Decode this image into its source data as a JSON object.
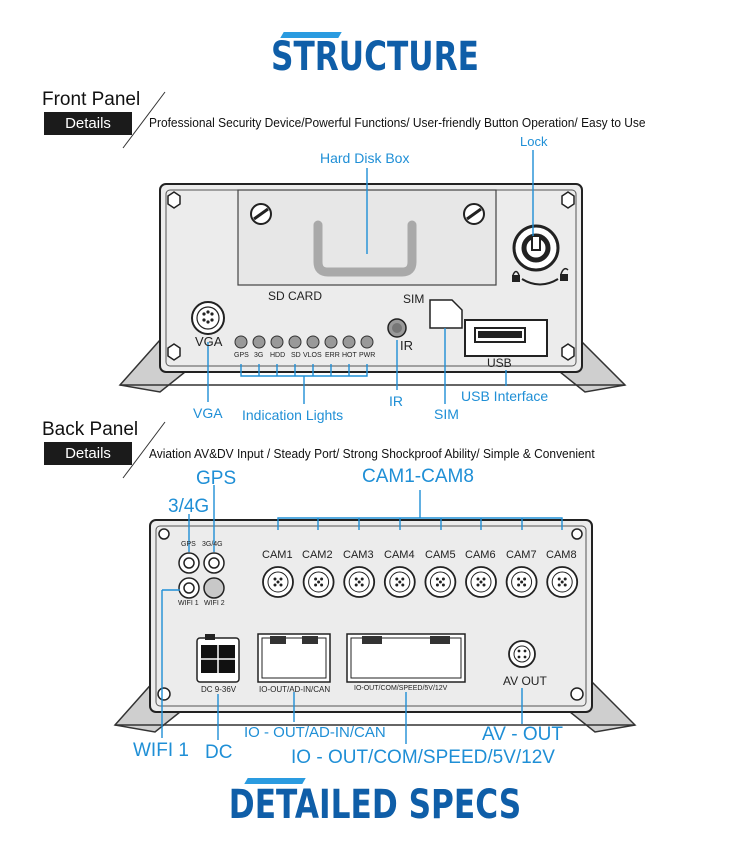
{
  "headings": {
    "structure": "STRUCTURE",
    "detailed_specs": "DETAILED SPECS"
  },
  "front_panel": {
    "title": "Front Panel",
    "details_label": "Details",
    "description": "Professional Security Device/Powerful Functions/ User-friendly Button Operation/ Easy to Use",
    "sd_card_label": "SD CARD",
    "sim_label": "SIM",
    "ir_label": "IR",
    "vga_label": "VGA",
    "usb_label": "USB",
    "leds": [
      "GPS",
      "3G",
      "HDD",
      "SD",
      "VLOS",
      "ERR",
      "HOT",
      "PWR"
    ],
    "callouts": {
      "hard_disk_box": "Hard Disk Box",
      "lock": "Lock",
      "vga": "VGA",
      "indication_lights": "Indication Lights",
      "ir": "IR",
      "sim": "SIM",
      "usb_interface": "USB Interface"
    }
  },
  "back_panel": {
    "title": "Back Panel",
    "details_label": "Details",
    "description": "Aviation AV&DV Input / Steady Port/ Strong Shockproof Ability/ Simple & Convenient",
    "cameras": [
      "CAM1",
      "CAM2",
      "CAM3",
      "CAM4",
      "CAM5",
      "CAM6",
      "CAM7",
      "CAM8"
    ],
    "antenna_labels": {
      "gps": "GPS",
      "g34": "3G/4G",
      "wifi1": "WIFI 1",
      "wifi2": "WIFI 2"
    },
    "dc_label": "DC 9-36V",
    "io_label": "IO-OUT/AD-IN/CAN",
    "io2_label": "IO-OUT/COM/SPEED/5V/12V",
    "av_label": "AV OUT",
    "callouts": {
      "gps": "GPS",
      "g34": "3/4G",
      "cam_range": "CAM1-CAM8",
      "wifi1": "WIFI 1",
      "dc": "DC",
      "io": "IO - OUT/AD-IN/CAN",
      "io2": "IO - OUT/COM/SPEED/5V/12V",
      "av_out": "AV - OUT"
    }
  }
}
